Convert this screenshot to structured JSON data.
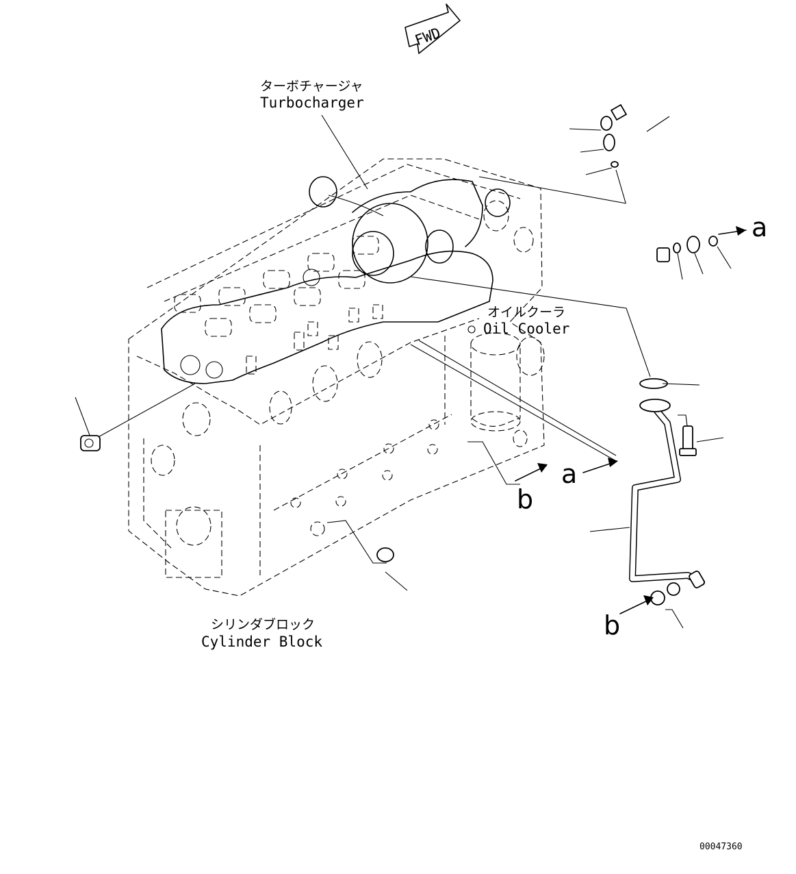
{
  "fwd_label": "FWD",
  "labels": {
    "turbocharger_jp": "ターボチャージャ",
    "turbocharger_en": "Turbocharger",
    "oil_cooler_jp": "オイルクーラ",
    "oil_cooler_en": "Oil Cooler",
    "cylinder_block_jp": "シリンダブロック",
    "cylinder_block_en": "Cylinder Block"
  },
  "refs": {
    "a": "a",
    "b": "b"
  },
  "drawing_number": "00047360"
}
